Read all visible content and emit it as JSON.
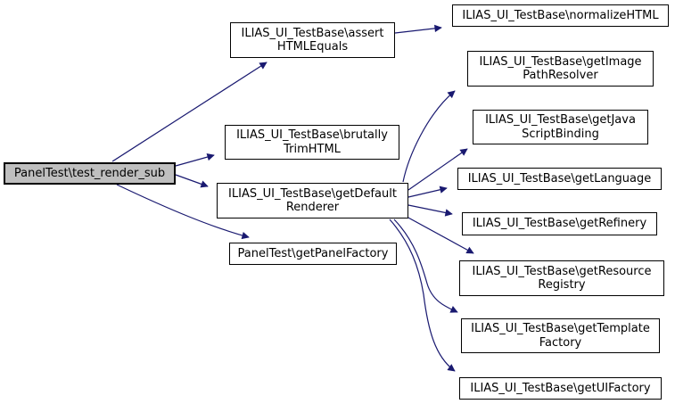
{
  "diagram": {
    "kind": "call-graph",
    "background_color": "#ffffff",
    "edge_color": "#191970",
    "node_border_color": "#000000",
    "node_fill_color": "#ffffff",
    "highlighted_node_fill_color": "#bfbfbf",
    "nodes": {
      "test_render_sub": {
        "label": "PanelTest\\test_render_sub",
        "highlighted": true
      },
      "assertHTMLEquals": {
        "label": "ILIAS_UI_TestBase\\assert\nHTMLEquals"
      },
      "brutallyTrimHTML": {
        "label": "ILIAS_UI_TestBase\\brutally\nTrimHTML"
      },
      "getDefaultRenderer": {
        "label": "ILIAS_UI_TestBase\\getDefault\nRenderer"
      },
      "getPanelFactory": {
        "label": "PanelTest\\getPanelFactory"
      },
      "normalizeHTML": {
        "label": "ILIAS_UI_TestBase\\normalizeHTML"
      },
      "getImagePathResolver": {
        "label": "ILIAS_UI_TestBase\\getImage\nPathResolver"
      },
      "getJavaScriptBinding": {
        "label": "ILIAS_UI_TestBase\\getJava\nScriptBinding"
      },
      "getLanguage": {
        "label": "ILIAS_UI_TestBase\\getLanguage"
      },
      "getRefinery": {
        "label": "ILIAS_UI_TestBase\\getRefinery"
      },
      "getResourceRegistry": {
        "label": "ILIAS_UI_TestBase\\getResource\nRegistry"
      },
      "getTemplateFactory": {
        "label": "ILIAS_UI_TestBase\\getTemplate\nFactory"
      },
      "getUIFactory": {
        "label": "ILIAS_UI_TestBase\\getUIFactory"
      }
    },
    "edges": [
      {
        "from": "test_render_sub",
        "to": "assertHTMLEquals"
      },
      {
        "from": "test_render_sub",
        "to": "brutallyTrimHTML"
      },
      {
        "from": "test_render_sub",
        "to": "getDefaultRenderer"
      },
      {
        "from": "test_render_sub",
        "to": "getPanelFactory"
      },
      {
        "from": "assertHTMLEquals",
        "to": "normalizeHTML"
      },
      {
        "from": "getDefaultRenderer",
        "to": "getImagePathResolver"
      },
      {
        "from": "getDefaultRenderer",
        "to": "getJavaScriptBinding"
      },
      {
        "from": "getDefaultRenderer",
        "to": "getLanguage"
      },
      {
        "from": "getDefaultRenderer",
        "to": "getRefinery"
      },
      {
        "from": "getDefaultRenderer",
        "to": "getResourceRegistry"
      },
      {
        "from": "getDefaultRenderer",
        "to": "getTemplateFactory"
      },
      {
        "from": "getDefaultRenderer",
        "to": "getUIFactory"
      }
    ]
  }
}
